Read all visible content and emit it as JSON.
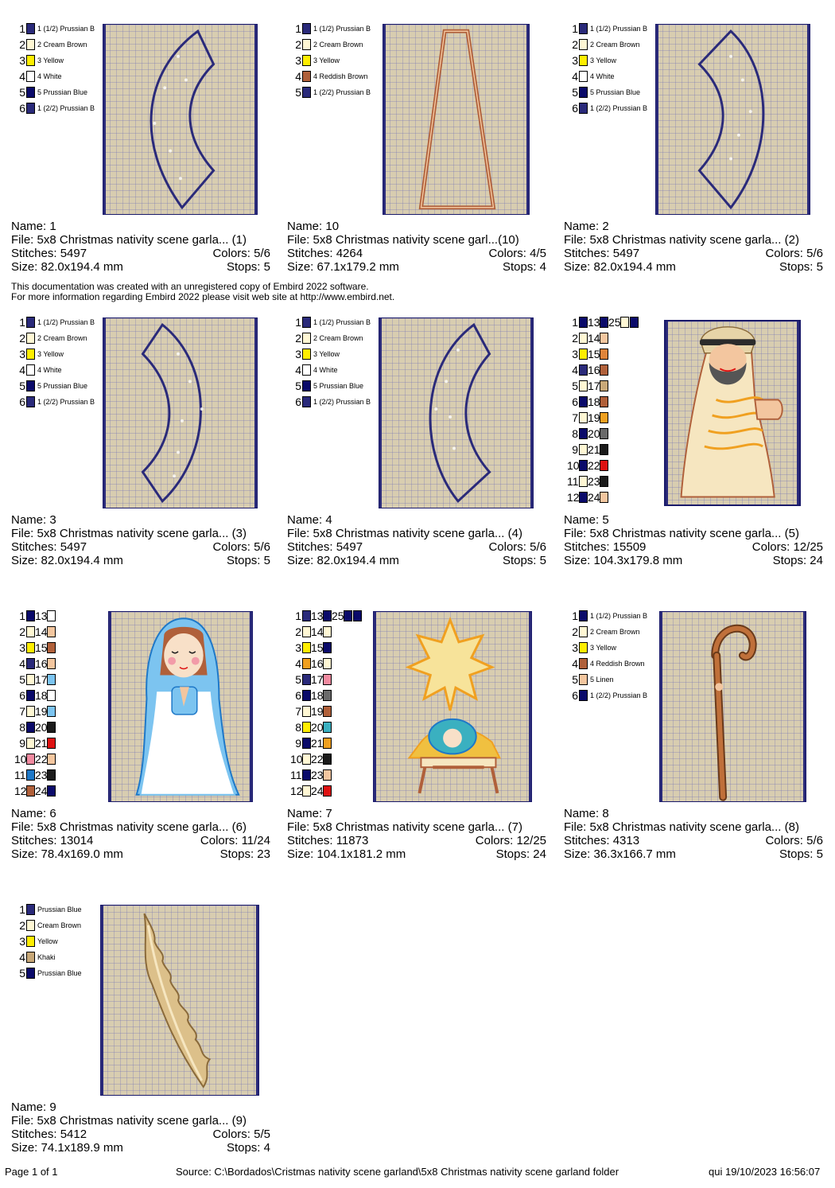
{
  "notice": {
    "line1": "This documentation was created with an unregistered copy of Embird 2022 software.",
    "line2": "For more information regarding Embird 2022 please visit web site at http://www.embird.net."
  },
  "footer": {
    "page": "Page 1 of 1",
    "source": "Source: C:\\Bordados\\Cristmas nativity scene garland\\5x8 Christmas nativity scene garland folder",
    "datetime": "qui 19/10/2023 16:56:07"
  },
  "colors": {
    "prussian_blue": "#2a2a7a",
    "cream_brown": "#fff7d4",
    "yellow": "#ffee00",
    "white": "#ffffff",
    "hoop_fill": "#d8cdb0"
  },
  "designs": [
    {
      "name": "Name: 1",
      "file": "File: 5x8 Christmas nativity scene garla... (1)",
      "stitches": "Stitches: 5497",
      "colors": "Colors: 5/6",
      "size": "Size: 82.0x194.4 mm",
      "stops": "Stops: 5",
      "palette": [
        {
          "n": "1",
          "label": "1 (1/2) Prussian B",
          "color": "#2a2a7a"
        },
        {
          "n": "2",
          "label": "2 Cream Brown",
          "color": "#fff7d4"
        },
        {
          "n": "3",
          "label": "3 Yellow",
          "color": "#ffee00"
        },
        {
          "n": "4",
          "label": "4 White",
          "color": "#ffffff"
        },
        {
          "n": "5",
          "label": "5 Prussian Blue",
          "color": "#0a0a6a"
        },
        {
          "n": "6",
          "label": "1 (2/2) Prussian B",
          "color": "#2a2a7a"
        }
      ]
    },
    {
      "name": "Name: 10",
      "file": "File: 5x8 Christmas nativity scene garl...(10)",
      "stitches": "Stitches: 4264",
      "colors": "Colors: 4/5",
      "size": "Size: 67.1x179.2 mm",
      "stops": "Stops: 4",
      "palette": [
        {
          "n": "1",
          "label": "1 (1/2) Prussian B",
          "color": "#2a2a7a"
        },
        {
          "n": "2",
          "label": "2 Cream Brown",
          "color": "#fff7d4"
        },
        {
          "n": "3",
          "label": "3 Yellow",
          "color": "#ffee00"
        },
        {
          "n": "4",
          "label": "4 Reddish Brown",
          "color": "#b0603a"
        },
        {
          "n": "5",
          "label": "1 (2/2) Prussian B",
          "color": "#2a2a7a"
        }
      ]
    },
    {
      "name": "Name: 2",
      "file": "File: 5x8 Christmas nativity scene garla... (2)",
      "stitches": "Stitches: 5497",
      "colors": "Colors: 5/6",
      "size": "Size: 82.0x194.4 mm",
      "stops": "Stops: 5",
      "palette": [
        {
          "n": "1",
          "label": "1 (1/2) Prussian B",
          "color": "#2a2a7a"
        },
        {
          "n": "2",
          "label": "2 Cream Brown",
          "color": "#fff7d4"
        },
        {
          "n": "3",
          "label": "3 Yellow",
          "color": "#ffee00"
        },
        {
          "n": "4",
          "label": "4 White",
          "color": "#ffffff"
        },
        {
          "n": "5",
          "label": "5 Prussian Blue",
          "color": "#0a0a6a"
        },
        {
          "n": "6",
          "label": "1 (2/2) Prussian B",
          "color": "#2a2a7a"
        }
      ]
    },
    {
      "name": "Name: 3",
      "file": "File: 5x8 Christmas nativity scene garla... (3)",
      "stitches": "Stitches: 5497",
      "colors": "Colors: 5/6",
      "size": "Size: 82.0x194.4 mm",
      "stops": "Stops: 5",
      "palette": [
        {
          "n": "1",
          "label": "1 (1/2) Prussian B",
          "color": "#2a2a7a"
        },
        {
          "n": "2",
          "label": "2 Cream Brown",
          "color": "#fff7d4"
        },
        {
          "n": "3",
          "label": "3 Yellow",
          "color": "#ffee00"
        },
        {
          "n": "4",
          "label": "4 White",
          "color": "#ffffff"
        },
        {
          "n": "5",
          "label": "5 Prussian Blue",
          "color": "#0a0a6a"
        },
        {
          "n": "6",
          "label": "1 (2/2) Prussian B",
          "color": "#2a2a7a"
        }
      ]
    },
    {
      "name": "Name: 4",
      "file": "File: 5x8 Christmas nativity scene garla... (4)",
      "stitches": "Stitches: 5497",
      "colors": "Colors: 5/6",
      "size": "Size: 82.0x194.4 mm",
      "stops": "Stops: 5",
      "palette": [
        {
          "n": "1",
          "label": "1 (1/2) Prussian B",
          "color": "#2a2a7a"
        },
        {
          "n": "2",
          "label": "2 Cream Brown",
          "color": "#fff7d4"
        },
        {
          "n": "3",
          "label": "3 Yellow",
          "color": "#ffee00"
        },
        {
          "n": "4",
          "label": "4 White",
          "color": "#ffffff"
        },
        {
          "n": "5",
          "label": "5 Prussian Blue",
          "color": "#0a0a6a"
        },
        {
          "n": "6",
          "label": "1 (2/2) Prussian B",
          "color": "#2a2a7a"
        }
      ]
    },
    {
      "name": "Name: 5",
      "file": "File: 5x8 Christmas nativity scene garla... (5)",
      "stitches": "Stitches: 15509",
      "colors": "Colors: 12/25",
      "size": "Size: 104.3x179.8 mm",
      "stops": "Stops: 24",
      "grid": [
        [
          {
            "n": "1",
            "c": "#0a0a6a"
          },
          {
            "n": "13",
            "c": "#0a0a6a"
          },
          {
            "n": "25",
            "c": "#fff7d4"
          },
          {
            "n": "",
            "c": "#0a0a6a"
          }
        ],
        [
          {
            "n": "2",
            "c": "#fff7d4"
          },
          {
            "n": "14",
            "c": "#f3c69f"
          }
        ],
        [
          {
            "n": "3",
            "c": "#ffee00"
          },
          {
            "n": "15",
            "c": "#e0853a"
          }
        ],
        [
          {
            "n": "4",
            "c": "#2a2a7a"
          },
          {
            "n": "16",
            "c": "#b0603a"
          }
        ],
        [
          {
            "n": "5",
            "c": "#fff7d4"
          },
          {
            "n": "17",
            "c": "#c8a878"
          }
        ],
        [
          {
            "n": "6",
            "c": "#0a0a6a"
          },
          {
            "n": "18",
            "c": "#b0603a"
          }
        ],
        [
          {
            "n": "7",
            "c": "#fff7d4"
          },
          {
            "n": "19",
            "c": "#f0a020"
          }
        ],
        [
          {
            "n": "8",
            "c": "#0a0a6a"
          },
          {
            "n": "20",
            "c": "#6a6a6a"
          }
        ],
        [
          {
            "n": "9",
            "c": "#fff7d4"
          },
          {
            "n": "21",
            "c": "#1a1a1a"
          }
        ],
        [
          {
            "n": "10",
            "c": "#0a0a6a"
          },
          {
            "n": "22",
            "c": "#dd1111"
          }
        ],
        [
          {
            "n": "11",
            "c": "#fff7d4"
          },
          {
            "n": "23",
            "c": "#1a1a1a"
          }
        ],
        [
          {
            "n": "12",
            "c": "#0a0a6a"
          },
          {
            "n": "24",
            "c": "#f3c69f"
          }
        ]
      ]
    },
    {
      "name": "Name: 6",
      "file": "File: 5x8 Christmas nativity scene garla... (6)",
      "stitches": "Stitches: 13014",
      "colors": "Colors: 11/24",
      "size": "Size: 78.4x169.0 mm",
      "stops": "Stops: 23",
      "grid": [
        [
          {
            "n": "1",
            "c": "#0a0a6a"
          },
          {
            "n": "13",
            "c": "#ffffff"
          }
        ],
        [
          {
            "n": "2",
            "c": "#fff7d4"
          },
          {
            "n": "14",
            "c": "#f3c69f"
          }
        ],
        [
          {
            "n": "3",
            "c": "#ffee00"
          },
          {
            "n": "15",
            "c": "#b0603a"
          }
        ],
        [
          {
            "n": "4",
            "c": "#2a2a7a"
          },
          {
            "n": "16",
            "c": "#f3c69f"
          }
        ],
        [
          {
            "n": "5",
            "c": "#fff7d4"
          },
          {
            "n": "17",
            "c": "#7cc4f0"
          }
        ],
        [
          {
            "n": "6",
            "c": "#0a0a6a"
          },
          {
            "n": "18",
            "c": "#ffffff"
          }
        ],
        [
          {
            "n": "7",
            "c": "#fff7d4"
          },
          {
            "n": "19",
            "c": "#7cc4f0"
          }
        ],
        [
          {
            "n": "8",
            "c": "#0a0a6a"
          },
          {
            "n": "20",
            "c": "#1a1a1a"
          }
        ],
        [
          {
            "n": "9",
            "c": "#fff7d4"
          },
          {
            "n": "21",
            "c": "#dd1111"
          }
        ],
        [
          {
            "n": "10",
            "c": "#f08aa0"
          },
          {
            "n": "22",
            "c": "#f3c69f"
          }
        ],
        [
          {
            "n": "11",
            "c": "#1e78c8"
          },
          {
            "n": "23",
            "c": "#1a1a1a"
          }
        ],
        [
          {
            "n": "12",
            "c": "#b0603a"
          },
          {
            "n": "24",
            "c": "#0a0a6a"
          }
        ]
      ]
    },
    {
      "name": "Name: 7",
      "file": "File: 5x8 Christmas nativity scene garla... (7)",
      "stitches": "Stitches: 11873",
      "colors": "Colors: 12/25",
      "size": "Size: 104.1x181.2 mm",
      "stops": "Stops: 24",
      "grid": [
        [
          {
            "n": "1",
            "c": "#2a2a7a"
          },
          {
            "n": "13",
            "c": "#0a0a6a"
          },
          {
            "n": "25",
            "c": "#0a0a6a"
          },
          {
            "n": "",
            "c": "#0a0a6a"
          }
        ],
        [
          {
            "n": "2",
            "c": "#fff7d4"
          },
          {
            "n": "14",
            "c": "#fff7d4"
          }
        ],
        [
          {
            "n": "3",
            "c": "#ffee00"
          },
          {
            "n": "15",
            "c": "#0a0a6a"
          }
        ],
        [
          {
            "n": "4",
            "c": "#f0a020"
          },
          {
            "n": "16",
            "c": "#fff7d4"
          }
        ],
        [
          {
            "n": "5",
            "c": "#2a2a7a"
          },
          {
            "n": "17",
            "c": "#f08aa0"
          }
        ],
        [
          {
            "n": "6",
            "c": "#0a0a6a"
          },
          {
            "n": "18",
            "c": "#6a6a6a"
          }
        ],
        [
          {
            "n": "7",
            "c": "#fff7d4"
          },
          {
            "n": "19",
            "c": "#b0603a"
          }
        ],
        [
          {
            "n": "8",
            "c": "#ffee00"
          },
          {
            "n": "20",
            "c": "#3ab0c0"
          }
        ],
        [
          {
            "n": "9",
            "c": "#0a0a6a"
          },
          {
            "n": "21",
            "c": "#f0a020"
          }
        ],
        [
          {
            "n": "10",
            "c": "#fff7d4"
          },
          {
            "n": "22",
            "c": "#1a1a1a"
          }
        ],
        [
          {
            "n": "11",
            "c": "#0a0a6a"
          },
          {
            "n": "23",
            "c": "#f3c69f"
          }
        ],
        [
          {
            "n": "12",
            "c": "#fff7d4"
          },
          {
            "n": "24",
            "c": "#dd1111"
          }
        ]
      ]
    },
    {
      "name": "Name: 8",
      "file": "File: 5x8 Christmas nativity scene garla... (8)",
      "stitches": "Stitches: 4313",
      "colors": "Colors: 5/6",
      "size": "Size: 36.3x166.7 mm",
      "stops": "Stops: 5",
      "palette": [
        {
          "n": "1",
          "label": "1 (1/2) Prussian B",
          "color": "#0a0a6a"
        },
        {
          "n": "2",
          "label": "2 Cream Brown",
          "color": "#fff7d4"
        },
        {
          "n": "3",
          "label": "3 Yellow",
          "color": "#ffee00"
        },
        {
          "n": "4",
          "label": "4 Reddish Brown",
          "color": "#b0603a"
        },
        {
          "n": "5",
          "label": "5 Linen",
          "color": "#f3c69f"
        },
        {
          "n": "6",
          "label": "1 (2/2) Prussian B",
          "color": "#0a0a6a"
        }
      ]
    },
    {
      "name": "Name: 9",
      "file": "File: 5x8 Christmas nativity scene garla... (9)",
      "stitches": "Stitches: 5412",
      "colors": "Colors: 5/5",
      "size": "Size: 74.1x189.9 mm",
      "stops": "Stops: 4",
      "palette": [
        {
          "n": "1",
          "label": "Prussian Blue",
          "color": "#2a2a7a"
        },
        {
          "n": "2",
          "label": "Cream Brown",
          "color": "#fff7d4"
        },
        {
          "n": "3",
          "label": "Yellow",
          "color": "#ffee00"
        },
        {
          "n": "4",
          "label": "Khaki",
          "color": "#c8a878"
        },
        {
          "n": "5",
          "label": "Prussian Blue",
          "color": "#0a0a6a"
        }
      ]
    }
  ]
}
